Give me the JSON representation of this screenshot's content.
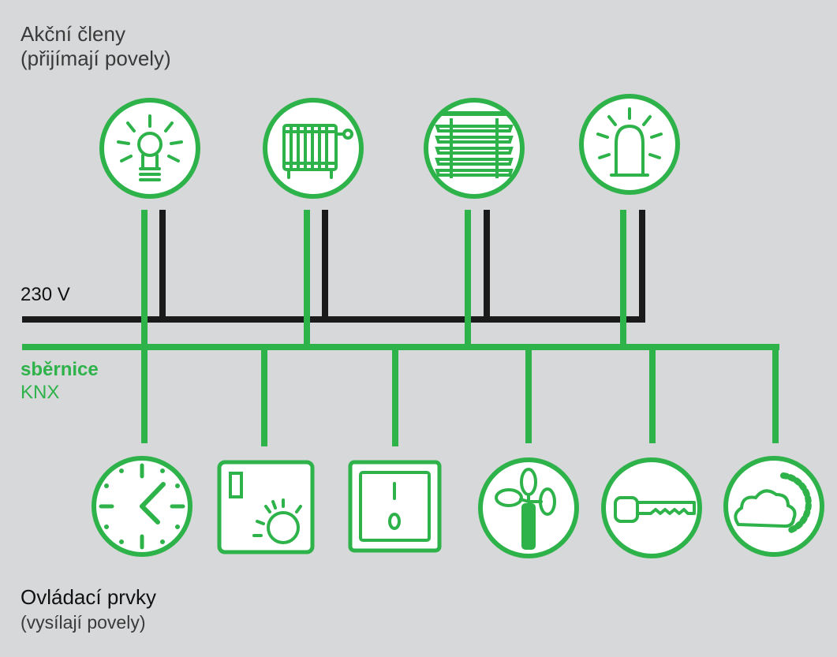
{
  "colors": {
    "background": "#d7d8d9",
    "bus_green": "#2eb24a",
    "power_black": "#1a1a1a",
    "icon_fill": "#ffffff"
  },
  "labels": {
    "actuators_title": "Akční členy",
    "actuators_subtitle": "(přijímají povely)",
    "controls_title": "Ovládací prvky",
    "controls_subtitle": "(vysílají povely)",
    "power_line": "230  V",
    "bus_line_1": "sběrnice",
    "bus_line_2": "KNX"
  },
  "actuators": [
    {
      "icon": "light-bulb-icon"
    },
    {
      "icon": "radiator-icon"
    },
    {
      "icon": "blinds-icon"
    },
    {
      "icon": "beacon-lamp-icon"
    }
  ],
  "controls": [
    {
      "icon": "clock-icon"
    },
    {
      "icon": "thermostat-icon"
    },
    {
      "icon": "wall-switch-icon"
    },
    {
      "icon": "wind-sensor-icon"
    },
    {
      "icon": "key-icon"
    },
    {
      "icon": "weather-sensor-icon"
    }
  ]
}
